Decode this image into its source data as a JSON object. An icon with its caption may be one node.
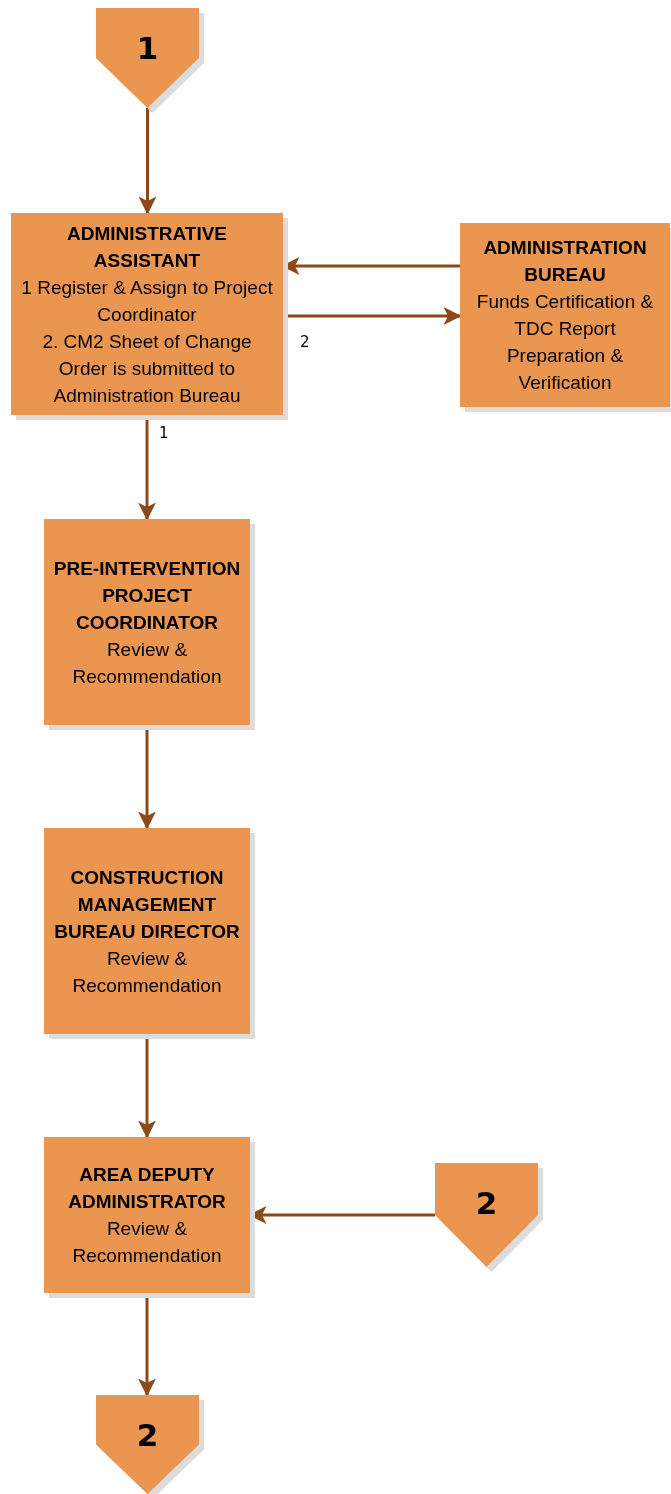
{
  "diagram": {
    "nodes": [
      {
        "text": [
          "1"
        ]
      },
      {
        "text": [
          "ADMINISTRATIVE ASSISTANT",
          "1 Register & Assign to Project Coordinator",
          "2. CM2 Sheet of Change Order is submitted to Administration Bureau"
        ]
      },
      {
        "text": [
          "ADMINISTRATION BUREAU",
          "Funds Certification & TDC Report Preparation & Verification"
        ]
      },
      {
        "text": [
          "PRE-INTERVENTION PROJECT COORDINATOR",
          "Review & Recommendation"
        ]
      },
      {
        "text": [
          "CONSTRUCTION MANAGEMENT BUREAU DIRECTOR",
          "Review & Recommendation"
        ]
      },
      {
        "text": [
          "AREA DEPUTY ADMINISTRATOR",
          "Review & Recommendation"
        ]
      },
      {
        "text": [
          "2"
        ]
      },
      {
        "text": [
          "2"
        ]
      }
    ],
    "edges": [
      {
        "from": 0,
        "to": 1,
        "arrow": "to"
      },
      {
        "from": 2,
        "to": 1,
        "arrow": "to"
      },
      {
        "from": 1,
        "to": 2,
        "arrow": "to",
        "label": "2"
      },
      {
        "from": 1,
        "to": 3,
        "arrow": "to",
        "label": "1"
      },
      {
        "from": 3,
        "to": 4,
        "arrow": "to"
      },
      {
        "from": 4,
        "to": 5,
        "arrow": "to"
      },
      {
        "from": 6,
        "to": 5,
        "arrow": "to"
      },
      {
        "from": 5,
        "to": 7,
        "arrow": "to"
      }
    ]
  }
}
